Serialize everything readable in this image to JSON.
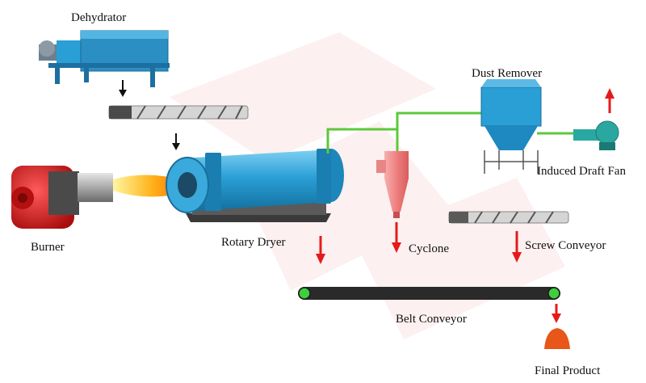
{
  "labels": {
    "dehydrator": "Dehydrator",
    "dust_remover": "Dust Remover",
    "induced_draft_fan": "Induced Draft Fan",
    "burner": "Burner",
    "rotary_dryer": "Rotary Dryer",
    "cyclone": "Cyclone",
    "screw_conveyor": "Screw Conveyor",
    "belt_conveyor": "Belt Conveyor",
    "final_product": "Final Product"
  },
  "colors": {
    "equipment_blue": "#2a9fd6",
    "cyclone_pink": "#f08a8a",
    "burner_red": "#d81c1c",
    "flow_arrow_red": "#e41b1b",
    "pipe_green": "#5cc83c",
    "belt_green": "#3ecf3e",
    "product_orange": "#e8561a",
    "watermark": "#fbe4e4"
  }
}
